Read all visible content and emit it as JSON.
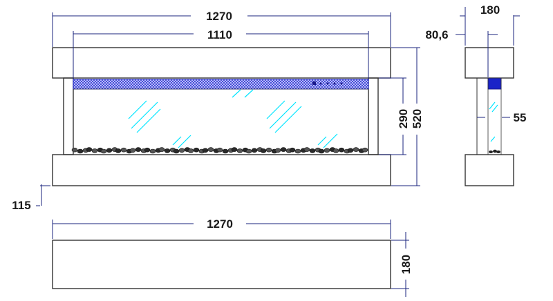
{
  "drawing": {
    "front_view": {
      "overall_width": "1270",
      "glass_width": "1110",
      "glass_height": "290",
      "overall_height": "520",
      "plinth_offset": "115"
    },
    "side_view": {
      "depth": "180",
      "front_offset": "80,6",
      "glass_depth": "55"
    },
    "top_view": {
      "width": "1270",
      "depth": "180"
    },
    "colors": {
      "outline": "#333333",
      "dimension_line": "#1a237e",
      "led_strip": "#1a23c8",
      "glass_reflection": "#00e5ff"
    }
  }
}
